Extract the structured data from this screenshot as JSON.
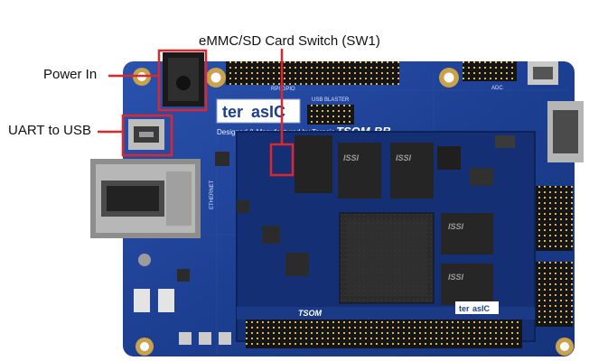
{
  "callouts": {
    "sw1": "eMMC/SD Card Switch (SW1)",
    "power": "Power In",
    "uart": "UART to USB"
  },
  "board": {
    "logo_ter": "ter",
    "logo_asic": "asIC",
    "tagline": "Designed & Manufactured by Terasic",
    "title": "TSOM-BB",
    "module_brand": "TSOM",
    "label_rpi": "RPI GPIO",
    "label_usb_blaster": "USB BLASTER",
    "label_adc": "ADC",
    "label_ethernet": "ETHERNET",
    "chip_brand": "ISSI"
  },
  "colors": {
    "highlight": "#e0262b",
    "pcb": "#1d3f92",
    "pcb_dark": "#13296a",
    "gold": "#c9a24a",
    "text": "#111111"
  }
}
